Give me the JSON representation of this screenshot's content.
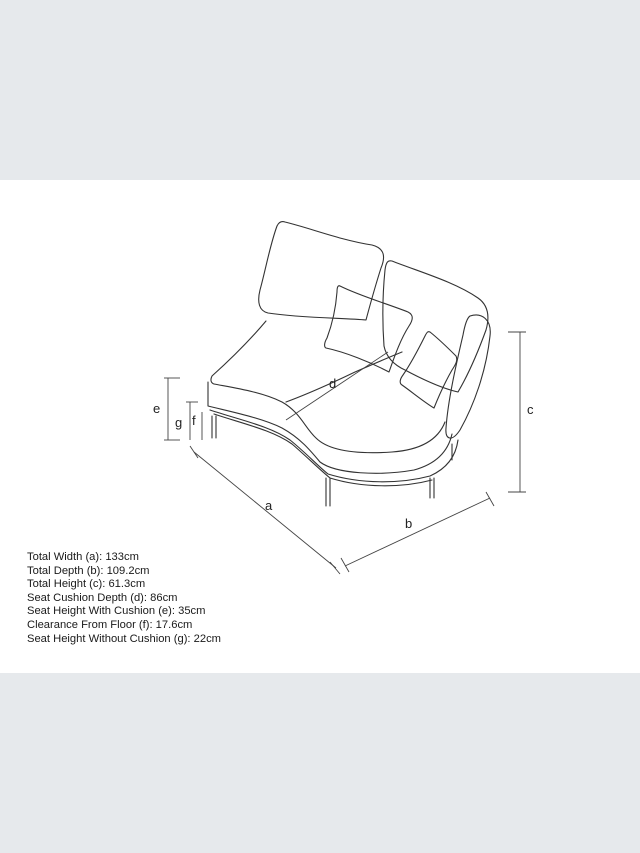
{
  "dimension_letters": {
    "a": "a",
    "b": "b",
    "c": "c",
    "d": "d",
    "e": "e",
    "f": "f",
    "g": "g"
  },
  "specs": [
    "Total Width (a): 133cm",
    "Total Depth (b): 109.2cm",
    "Total Height (c): 61.3cm",
    "Seat Cushion Depth (d): 86cm",
    "Seat Height With Cushion (e): 35cm",
    "Clearance From Floor (f): 17.6cm",
    "Seat Height Without Cushion (g): 22cm"
  ]
}
